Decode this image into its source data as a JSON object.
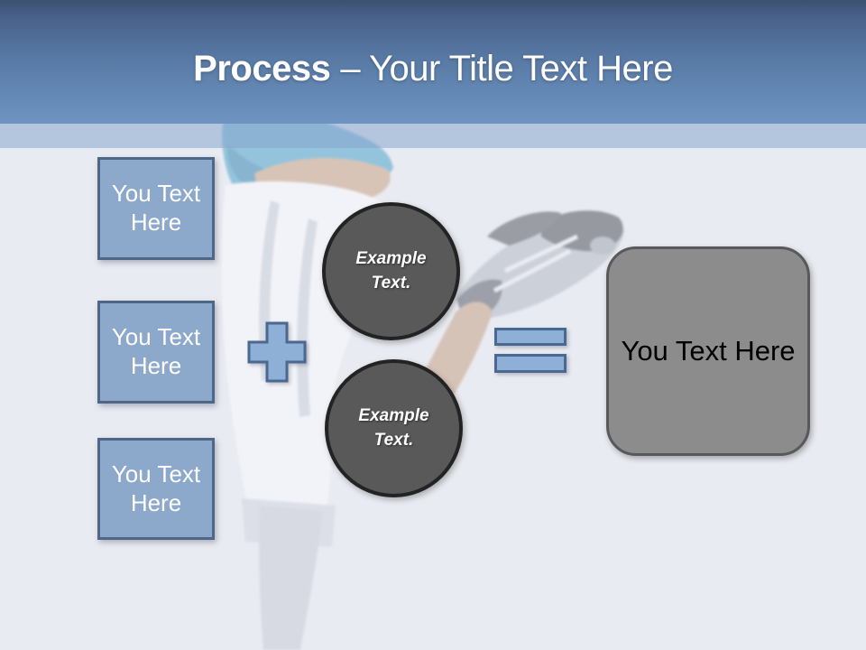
{
  "slide_title": {
    "bold": "Process",
    "rest": "– Your Title Text Here"
  },
  "left_boxes": [
    {
      "label": "You Text Here"
    },
    {
      "label": "You Text Here"
    },
    {
      "label": "You Text Here"
    }
  ],
  "example_circles": [
    {
      "label": "Example Text."
    },
    {
      "label": "Example Text."
    }
  ],
  "result_box": {
    "label": "You Text Here"
  },
  "operators": {
    "plus": "plus-icon",
    "equals": "equals-icon"
  },
  "colors": {
    "header_gradient_top": "#3d5170",
    "header_gradient_bottom": "#6f94c2",
    "accent_strip": "#88a6ce",
    "box_fill": "#8ca8cb",
    "box_border": "#4e6787",
    "operator_fill": "#8fb0d6",
    "operator_border": "#4a6890",
    "circle_fill": "#595959",
    "circle_border": "#232323",
    "result_fill": "#8c8c8c",
    "result_border": "#595959",
    "background": "#e9ebf2",
    "title_text": "#ffffff",
    "box_text": "#ffffff",
    "result_text": "#000000"
  }
}
